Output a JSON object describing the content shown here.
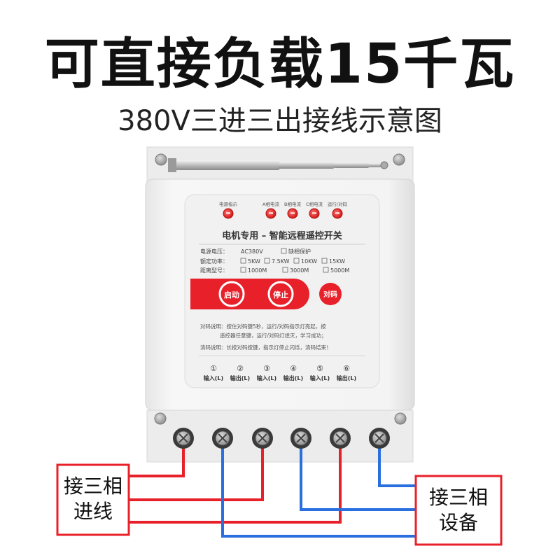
{
  "headline": "可直接负载15千瓦",
  "subtitle": "380V三进三出接线示意图",
  "panel": {
    "indicators": [
      "电源指示",
      "A相电流",
      "B相电流",
      "C相电流",
      "运行/对码"
    ],
    "title": "电机专用 – 智能远程遥控开关",
    "spec_rows": [
      {
        "label": "电源电压：",
        "items": [
          "AC380V",
          "缺相保护"
        ]
      },
      {
        "label": "额定功率：",
        "items": [
          "5KW",
          "7.5KW",
          "10KW",
          "15KW"
        ]
      },
      {
        "label": "距离型号：",
        "items": [
          "1000M",
          "3000M",
          "5000M"
        ]
      }
    ],
    "buttons": {
      "start": "启动",
      "stop": "停止",
      "pair": "对码"
    },
    "notes": {
      "pair_line1": "对码说明：按住对码键5秒，运行/对码指示灯亮起，按",
      "pair_line2": "遥控器任意键，运行/对码灯熄灭，学习成功；",
      "clear_line": "清码说明：长按对码按键，指示灯停止闪烁，清码结束！"
    },
    "terminals": [
      {
        "num": "①",
        "label": "输入(L)"
      },
      {
        "num": "②",
        "label": "输出(L)"
      },
      {
        "num": "③",
        "label": "输入(L)"
      },
      {
        "num": "④",
        "label": "输出(L)"
      },
      {
        "num": "⑤",
        "label": "输入(L)"
      },
      {
        "num": "⑥",
        "label": "输出(L)"
      }
    ]
  },
  "wiring": {
    "input_box": [
      "接三相",
      "进线"
    ],
    "output_box": [
      "接三相",
      "设备"
    ],
    "colors": {
      "input_wire": "#e8202a",
      "output_wire": "#2a6fe0",
      "accent_red": "#e8202a"
    }
  }
}
